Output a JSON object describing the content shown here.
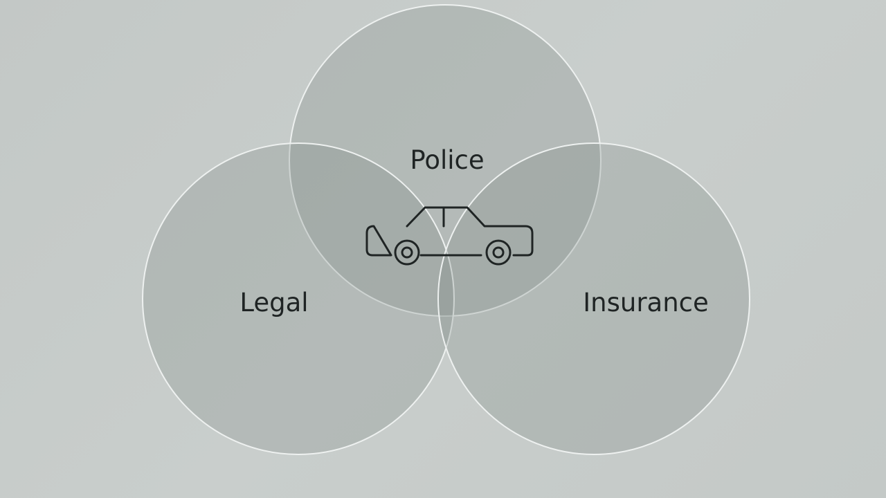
{
  "diagram": {
    "type": "venn",
    "sets": [
      {
        "id": "police",
        "label": "Police"
      },
      {
        "id": "legal",
        "label": "Legal"
      },
      {
        "id": "insurance",
        "label": "Insurance"
      }
    ],
    "center_icon": "car-icon",
    "colors": {
      "background": "#c6cbc9",
      "circle_fill": "#7f8886",
      "circle_stroke": "#eef1f0",
      "text": "#1f2424",
      "icon_stroke": "#1f2424"
    }
  }
}
